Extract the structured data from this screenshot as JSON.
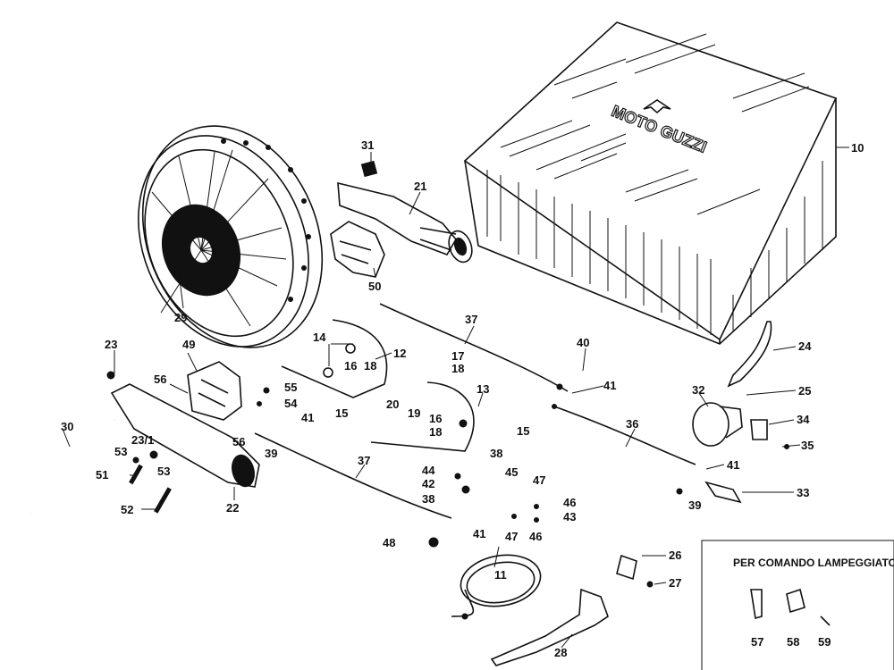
{
  "brand": "MOTO GUZZI",
  "inset_title": "PER COMANDO LAMPEGGIATORI",
  "labels": {
    "l10": "10",
    "l11": "11",
    "l12": "12",
    "l13": "13",
    "l14": "14",
    "l15a": "15",
    "l15b": "15",
    "l16a": "16",
    "l16b": "16",
    "l17": "17",
    "l18a": "18",
    "l18b": "18",
    "l18c": "18",
    "l19": "19",
    "l20": "20",
    "l21": "21",
    "l22": "22",
    "l23": "23",
    "l23_1": "23/1",
    "l24": "24",
    "l25": "25",
    "l26": "26",
    "l27": "27",
    "l28": "28",
    "l29": "29",
    "l30": "30",
    "l31": "31",
    "l32": "32",
    "l33": "33",
    "l34": "34",
    "l35": "35",
    "l36": "36",
    "l37a": "37",
    "l37b": "37",
    "l38a": "38",
    "l38b": "38",
    "l39a": "39",
    "l39b": "39",
    "l40": "40",
    "l41a": "41",
    "l41b": "41",
    "l41c": "41",
    "l41d": "41",
    "l42": "42",
    "l43": "43",
    "l44": "44",
    "l45": "45",
    "l46a": "46",
    "l46b": "46",
    "l47a": "47",
    "l47b": "47",
    "l48": "48",
    "l49": "49",
    "l50": "50",
    "l51": "51",
    "l52": "52",
    "l53a": "53",
    "l53b": "53",
    "l54": "54",
    "l55": "55",
    "l56a": "56",
    "l56b": "56",
    "l57": "57",
    "l58": "58",
    "l59": "59"
  }
}
